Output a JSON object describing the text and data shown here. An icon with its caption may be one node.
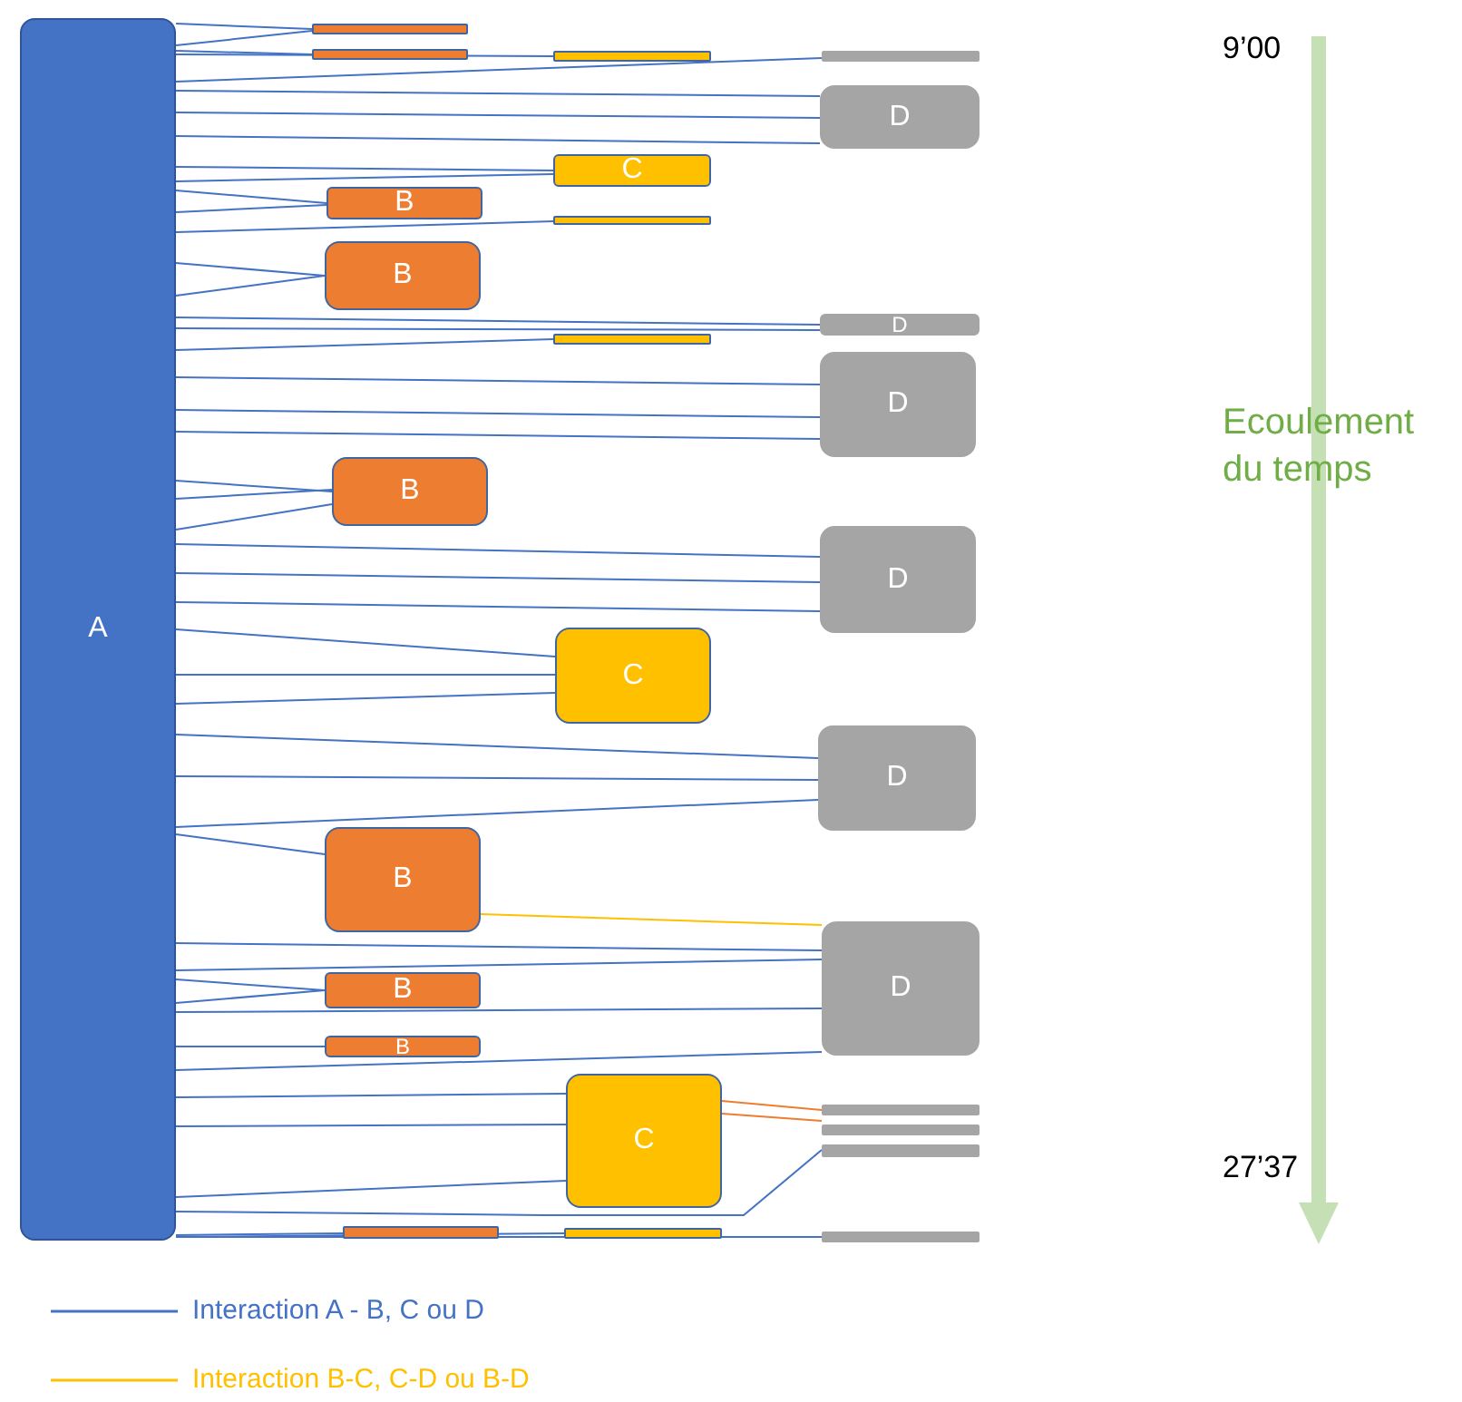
{
  "diagram": {
    "nodes": [
      {
        "text": [
          "A"
        ]
      },
      {
        "text": [],
        "shape": "bar"
      },
      {
        "text": [],
        "shape": "bar"
      },
      {
        "text": [],
        "shape": "bar"
      },
      {
        "text": [],
        "shape": "bar"
      },
      {
        "text": [
          "D"
        ]
      },
      {
        "text": [
          "C"
        ]
      },
      {
        "text": [
          "B"
        ]
      },
      {
        "text": [],
        "shape": "bar"
      },
      {
        "text": [
          "B"
        ]
      },
      {
        "text": [
          "D"
        ]
      },
      {
        "text": [],
        "shape": "bar"
      },
      {
        "text": [
          "D"
        ]
      },
      {
        "text": [
          "B"
        ]
      },
      {
        "text": [
          "D"
        ]
      },
      {
        "text": [
          "C"
        ]
      },
      {
        "text": [
          "D"
        ]
      },
      {
        "text": [
          "B"
        ]
      },
      {
        "text": [
          "D"
        ]
      },
      {
        "text": [
          "B"
        ]
      },
      {
        "text": [
          "B"
        ]
      },
      {
        "text": [
          "C"
        ]
      },
      {
        "text": [],
        "shape": "bar"
      },
      {
        "text": [],
        "shape": "bar"
      },
      {
        "text": [],
        "shape": "bar"
      },
      {
        "text": [],
        "shape": "bar"
      },
      {
        "text": [],
        "shape": "bar"
      },
      {
        "text": [],
        "shape": "bar"
      }
    ],
    "edges": [
      {
        "from": 0,
        "to": 1,
        "arrow": "none"
      },
      {
        "from": 0,
        "to": 1,
        "arrow": "none"
      },
      {
        "from": 0,
        "to": 2,
        "arrow": "none"
      },
      {
        "from": 0,
        "to": 3,
        "arrow": "none"
      },
      {
        "from": 0,
        "to": 4,
        "arrow": "none"
      },
      {
        "from": 0,
        "to": 5,
        "arrow": "none"
      },
      {
        "from": 0,
        "to": 5,
        "arrow": "none"
      },
      {
        "from": 0,
        "to": 5,
        "arrow": "none"
      },
      {
        "from": 0,
        "to": 6,
        "arrow": "none"
      },
      {
        "from": 0,
        "to": 6,
        "arrow": "none"
      },
      {
        "from": 0,
        "to": 7,
        "arrow": "none"
      },
      {
        "from": 0,
        "to": 7,
        "arrow": "none"
      },
      {
        "from": 0,
        "to": 8,
        "arrow": "none"
      },
      {
        "from": 0,
        "to": 9,
        "arrow": "none"
      },
      {
        "from": 0,
        "to": 9,
        "arrow": "none"
      },
      {
        "from": 0,
        "to": 10,
        "arrow": "none"
      },
      {
        "from": 0,
        "to": 10,
        "arrow": "none"
      },
      {
        "from": 0,
        "to": 11,
        "arrow": "none"
      },
      {
        "from": 0,
        "to": 12,
        "arrow": "none"
      },
      {
        "from": 0,
        "to": 12,
        "arrow": "none"
      },
      {
        "from": 0,
        "to": 12,
        "arrow": "none"
      },
      {
        "from": 0,
        "to": 13,
        "arrow": "none"
      },
      {
        "from": 0,
        "to": 13,
        "arrow": "none"
      },
      {
        "from": 0,
        "to": 13,
        "arrow": "none"
      },
      {
        "from": 0,
        "to": 14,
        "arrow": "none"
      },
      {
        "from": 0,
        "to": 14,
        "arrow": "none"
      },
      {
        "from": 0,
        "to": 14,
        "arrow": "none"
      },
      {
        "from": 0,
        "to": 15,
        "arrow": "none"
      },
      {
        "from": 0,
        "to": 15,
        "arrow": "none"
      },
      {
        "from": 0,
        "to": 15,
        "arrow": "none"
      },
      {
        "from": 0,
        "to": 16,
        "arrow": "none"
      },
      {
        "from": 0,
        "to": 16,
        "arrow": "none"
      },
      {
        "from": 0,
        "to": 16,
        "arrow": "none"
      },
      {
        "from": 0,
        "to": 17,
        "arrow": "none"
      },
      {
        "from": 17,
        "to": 18,
        "arrow": "none",
        "color": "#ffc000"
      },
      {
        "from": 0,
        "to": 18,
        "arrow": "none"
      },
      {
        "from": 0,
        "to": 18,
        "arrow": "none"
      },
      {
        "from": 0,
        "to": 19,
        "arrow": "none"
      },
      {
        "from": 0,
        "to": 19,
        "arrow": "none"
      },
      {
        "from": 0,
        "to": 18,
        "arrow": "none"
      },
      {
        "from": 0,
        "to": 20,
        "arrow": "none"
      },
      {
        "from": 0,
        "to": 18,
        "arrow": "none"
      },
      {
        "from": 0,
        "to": 21,
        "arrow": "none"
      },
      {
        "from": 0,
        "to": 21,
        "arrow": "none"
      },
      {
        "from": 0,
        "to": 21,
        "arrow": "none"
      },
      {
        "from": 21,
        "to": 22,
        "arrow": "none",
        "color": "#ed7d31"
      },
      {
        "from": 21,
        "to": 23,
        "arrow": "none",
        "color": "#ed7d31"
      },
      {
        "from": 0,
        "to": 24,
        "arrow": "none"
      },
      {
        "from": 0,
        "to": 25,
        "arrow": "none"
      },
      {
        "from": 0,
        "to": 26,
        "arrow": "none"
      },
      {
        "from": 0,
        "to": 27,
        "arrow": "none"
      }
    ],
    "labels": [
      "9’00",
      "Ecoulement du temps",
      "27’37"
    ],
    "legend": [
      {
        "text": "Interaction A - B, C ou D"
      },
      {
        "text": "Interaction B-C, C-D ou B-D"
      }
    ]
  }
}
